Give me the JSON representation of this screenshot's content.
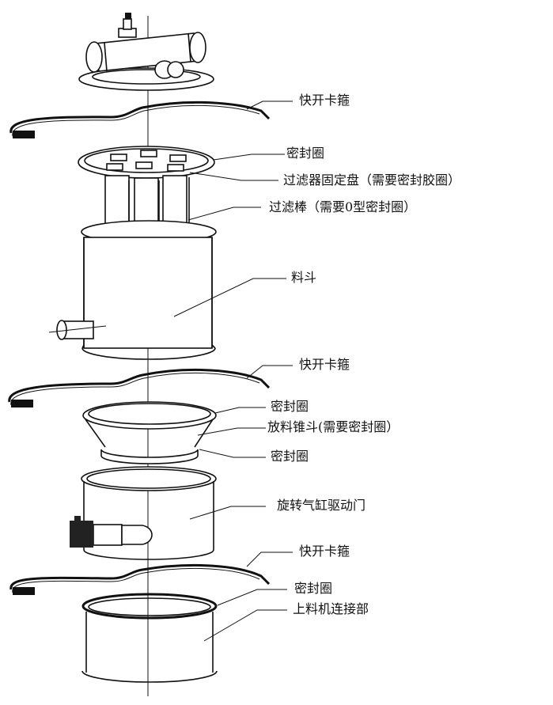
{
  "title": "Vacuum feeder exploded view",
  "labels": {
    "clamp_top": "快开卡箍",
    "seal_filter_plate": "密封圈",
    "filter_plate": "过滤器固定盘（需要密封胶圈）",
    "filter_rod": "过滤棒（需要0型密封圈）",
    "hopper": "料斗",
    "clamp_middle": "快开卡箍",
    "seal_cone_top": "密封圈",
    "discharge_cone": "放料锥斗(需要密封圈）",
    "seal_cone_bottom": "密封圈",
    "rotary_door": "旋转气缸驱动门",
    "clamp_bottom": "快开卡箍",
    "seal_connector": "密封圈",
    "connector": "上料机连接部"
  },
  "colors": {
    "line": "#111111",
    "background": "#ffffff"
  }
}
